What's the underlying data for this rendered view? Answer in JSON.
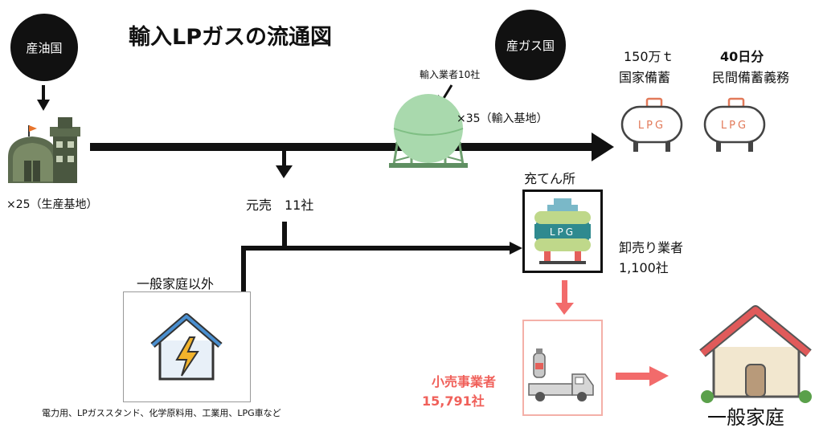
{
  "title": "輸入LPガスの流通図",
  "nodes": {
    "producing_country": "産油国",
    "gas_producing_country": "産ガス国",
    "production_bases": "×25（生産基地）",
    "importers": "輸入業者10社",
    "import_bases": "×35（輸入基地）",
    "national_reserve_amount": "150万ｔ",
    "national_reserve_label": "国家備蓄",
    "private_reserve_days": "40日分",
    "private_reserve_label": "民間備蓄義務",
    "primary_distributors": "元売　11社",
    "filling_station": "充てん所",
    "wholesalers": "卸売り業者",
    "wholesalers_count": "1,100社",
    "non_household": "一般家庭以外",
    "non_household_uses": "電力用、LPガススタンド、化学原料用、工業用、LPG車など",
    "retailers": "小売事業者",
    "retailers_count": "15,791社",
    "household": "一般家庭"
  },
  "tank_label": "LPG",
  "colors": {
    "arrow_main": "#111111",
    "arrow_retail": "#f26b6b",
    "retail_text": "#f0605a",
    "retail_box": "#f4b0a8",
    "tank_outline": "#e27a5a",
    "import_tank": "#a9d9ad",
    "roof": "#e05a5a"
  }
}
